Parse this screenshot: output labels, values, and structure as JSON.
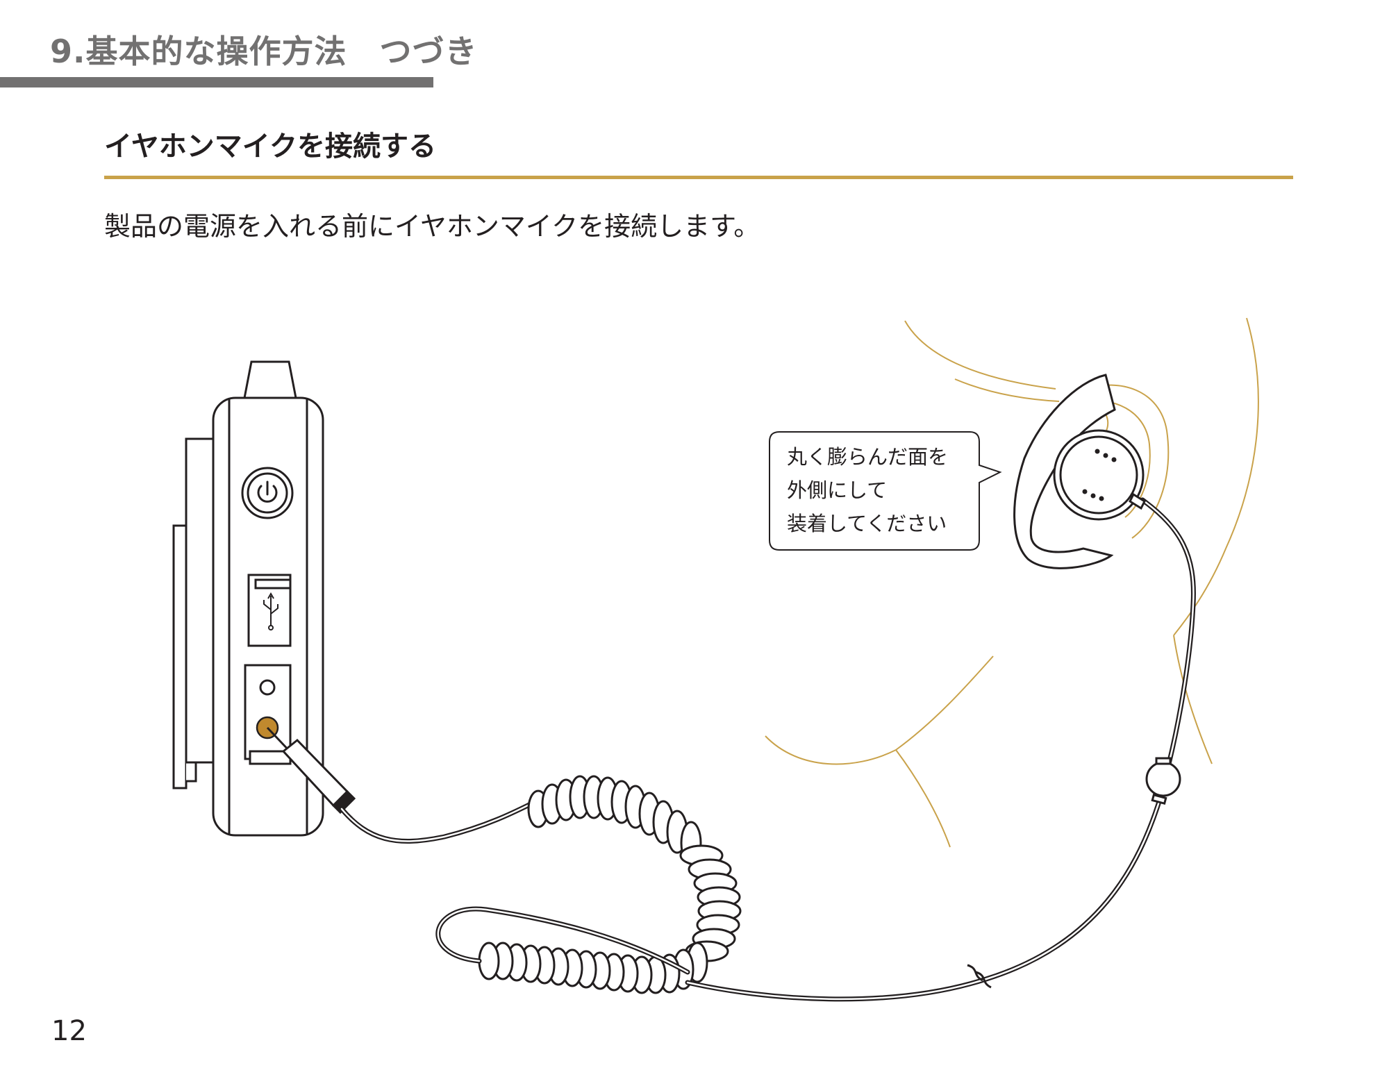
{
  "header": {
    "chapter_title": "9.基本的な操作方法　つづき"
  },
  "section": {
    "title": "イヤホンマイクを接続する",
    "lead": "製品の電源を入れる前にイヤホンマイクを接続します。"
  },
  "callout": {
    "lines": [
      "丸く膨らんだ面を",
      "外側にして",
      "装着してください"
    ]
  },
  "icons": {
    "device": "receiver-device-icon",
    "power": "power-icon",
    "usb": "usb-icon",
    "jack": "earphone-jack-icon",
    "earphone": "earphone-mic-icon",
    "ear": "ear-outline-icon"
  },
  "colors": {
    "accent": "#c9a24a",
    "header_gray": "#727171",
    "text": "#231f20",
    "jack": "#c0892e"
  },
  "footer": {
    "page_number": "12"
  }
}
